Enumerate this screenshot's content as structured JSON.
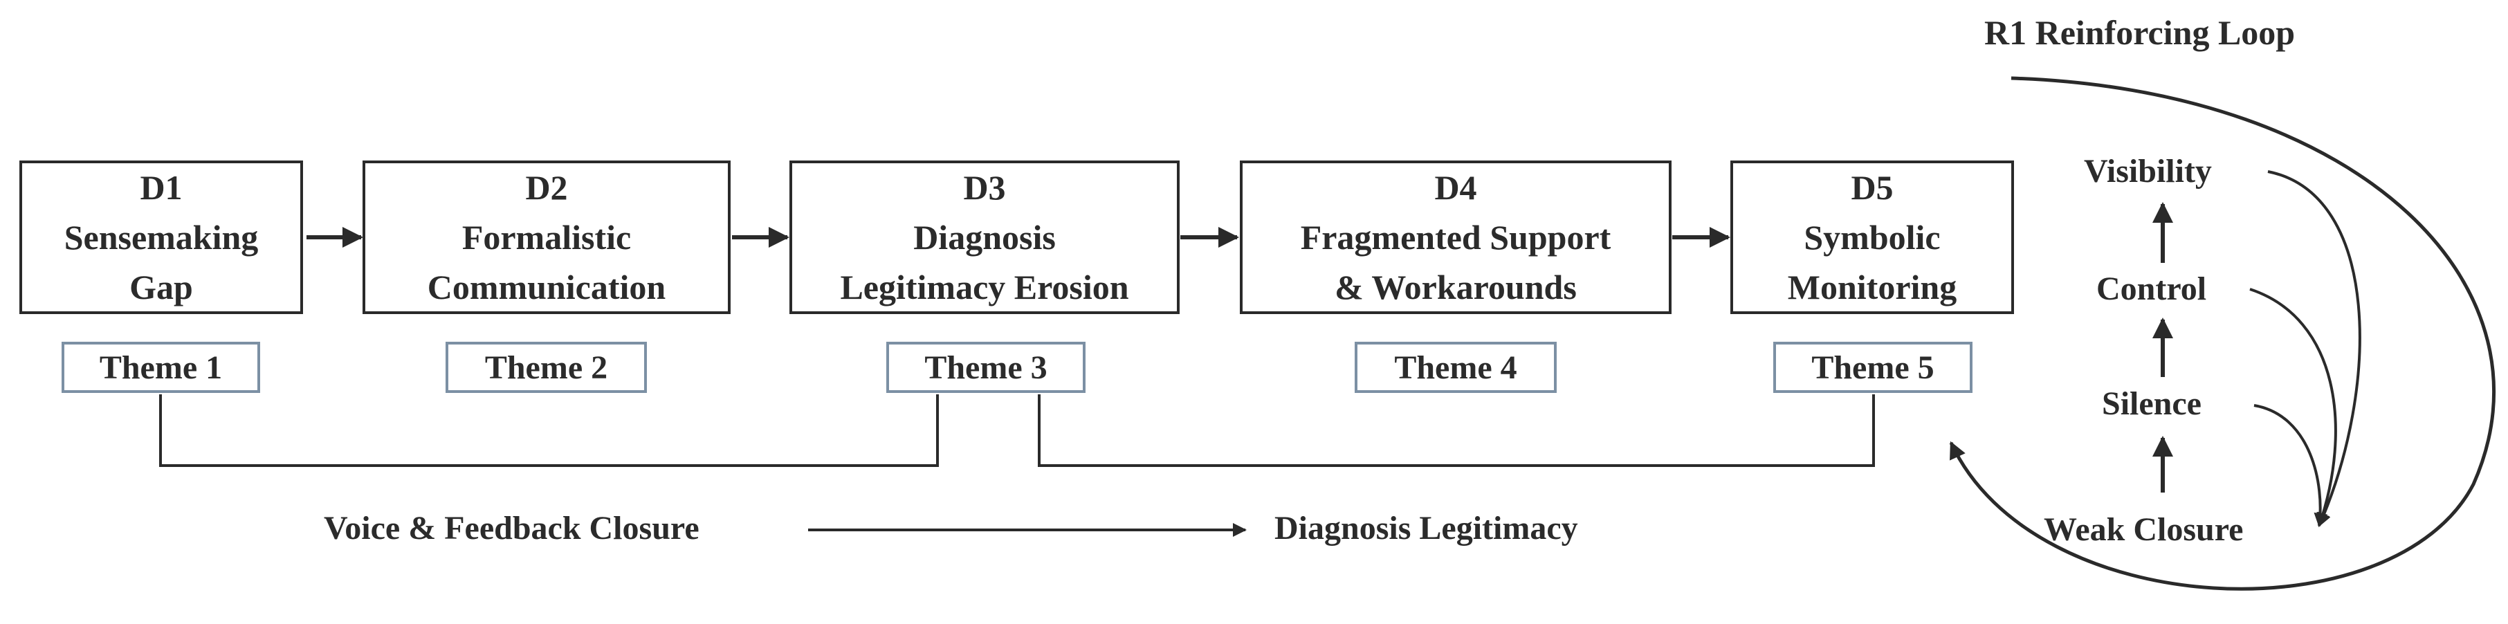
{
  "stages": [
    {
      "id": "D1",
      "line1": "Sensemaking",
      "line2": "Gap",
      "theme": "Theme 1"
    },
    {
      "id": "D2",
      "line1": "Formalistic",
      "line2": "Communication",
      "theme": "Theme 2"
    },
    {
      "id": "D3",
      "line1": "Diagnosis",
      "line2": "Legitimacy Erosion",
      "theme": "Theme 3"
    },
    {
      "id": "D4",
      "line1": "Fragmented Support",
      "line2": "& Workarounds",
      "theme": "Theme 4"
    },
    {
      "id": "D5",
      "line1": "Symbolic",
      "line2": "Monitoring",
      "theme": "Theme 5"
    }
  ],
  "links": {
    "voice_label": "Voice & Feedback Closure",
    "legitimacy_label": "Diagnosis Legitimacy"
  },
  "loop": {
    "title": "R1 Reinforcing Loop",
    "nodes": [
      "Visibility",
      "Control",
      "Silence",
      "Weak Closure"
    ]
  },
  "colors": {
    "box_border": "#2a2a2a",
    "theme_border": "#7c90a4",
    "arrow": "#2a2a2a",
    "text": "#2b2b2b"
  }
}
